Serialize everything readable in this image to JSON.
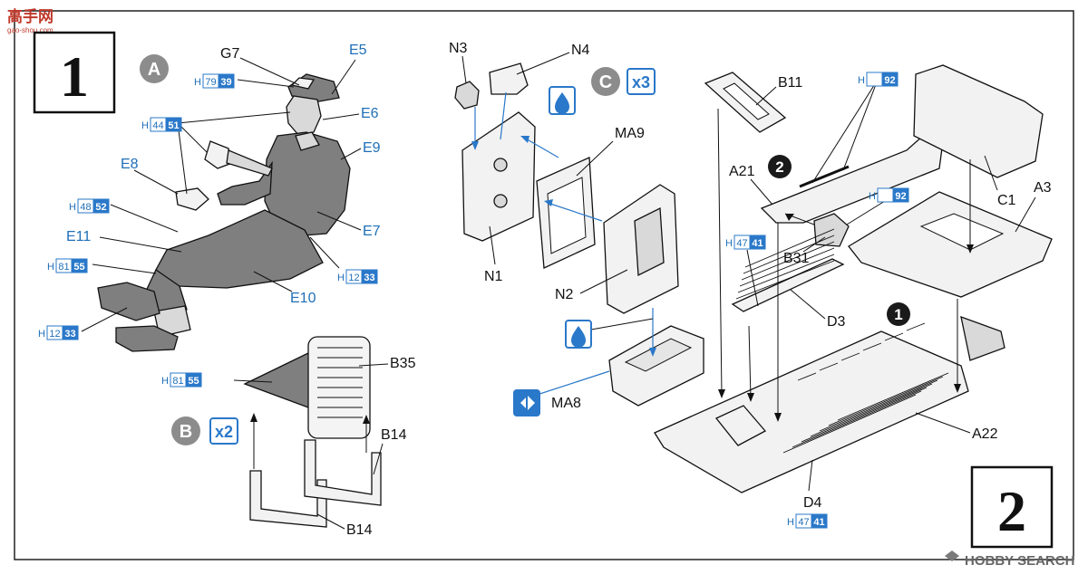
{
  "watermark_top": "高手网",
  "watermark_url": "gao-shou.com",
  "watermark_bottom": "HOBBY SEARCH",
  "steps": [
    {
      "number": "1"
    },
    {
      "number": "2"
    }
  ],
  "groups": [
    {
      "letter": "A"
    },
    {
      "letter": "B",
      "multiplier": "x2"
    },
    {
      "letter": "C",
      "multiplier": "x3"
    }
  ],
  "callouts": [
    {
      "text": "1"
    },
    {
      "text": "2"
    }
  ],
  "figure_labels": [
    "G7",
    "E5",
    "E6",
    "E9",
    "E8",
    "E11",
    "E7",
    "E10"
  ],
  "seat_labels": [
    "B35",
    "B14",
    "B14"
  ],
  "jerrycan_labels": [
    "N3",
    "N4",
    "MA9",
    "N1",
    "N2",
    "MA8"
  ],
  "chassis_labels": [
    "B11",
    "A21",
    "C1",
    "A3",
    "B31",
    "D3",
    "A22",
    "D4"
  ],
  "paint_refs": [
    {
      "h": "H",
      "a": "79",
      "b": "39"
    },
    {
      "h": "H",
      "a": "44",
      "b": "51"
    },
    {
      "h": "H",
      "a": "48",
      "b": "52"
    },
    {
      "h": "H",
      "a": "81",
      "b": "55"
    },
    {
      "h": "H",
      "a": "12",
      "b": "33"
    },
    {
      "h": "H",
      "a": "12",
      "b": "33"
    },
    {
      "h": "H",
      "a": "81",
      "b": "55"
    },
    {
      "h": "H",
      "b": "92"
    },
    {
      "h": "H",
      "b": "92"
    },
    {
      "h": "H",
      "a": "47",
      "b": "41"
    },
    {
      "h": "H",
      "a": "47",
      "b": "41"
    }
  ],
  "colors": {
    "label_blue": "#1f6fb8",
    "badge_blue": "#2a78c9",
    "group_circle": "#8c8c8c",
    "callout_circle": "#1a1a1a"
  },
  "icons": [
    "cement-drop-icon",
    "cement-drop-icon",
    "cut-remove-icon"
  ]
}
